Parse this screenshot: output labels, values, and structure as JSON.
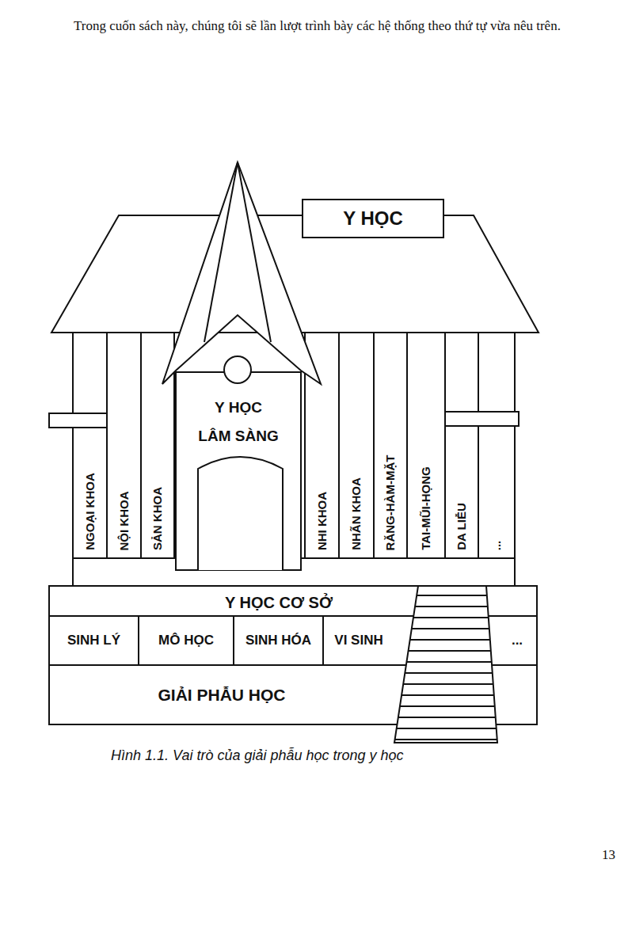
{
  "diagram": {
    "caption": "Hình 1.1. Vai trò của giải phẫu học trong y học",
    "nodes": [
      {
        "text": [
          "Y HỌC"
        ]
      },
      {
        "text": [
          "NGOẠI KHOA"
        ]
      },
      {
        "text": [
          "NỘI KHOA"
        ]
      },
      {
        "text": [
          "SẢN KHOA"
        ]
      },
      {
        "text": [
          "Y HỌC LÂM SÀNG"
        ]
      },
      {
        "text": [
          "NHI KHOA"
        ]
      },
      {
        "text": [
          "NHÃN KHOA"
        ]
      },
      {
        "text": [
          "RĂNG-HÀM-MẶT"
        ]
      },
      {
        "text": [
          "TAI-MŨI-HỌNG"
        ]
      },
      {
        "text": [
          "DA LIỄU"
        ]
      },
      {
        "text": [
          "..."
        ]
      },
      {
        "text": [
          "Y HỌC CƠ SỞ"
        ]
      },
      {
        "text": [
          "SINH LÝ"
        ],
        "in": 11
      },
      {
        "text": [
          "MÔ HỌC"
        ],
        "in": 11
      },
      {
        "text": [
          "SINH HÓA"
        ],
        "in": 11
      },
      {
        "text": [
          "VI SINH"
        ],
        "in": 11
      },
      {
        "text": [
          "..."
        ],
        "in": 11
      },
      {
        "text": [
          "GIẢI PHẪU HỌC"
        ],
        "in": 11
      }
    ],
    "labels": [
      "Trong cuốn sách này, chúng tôi sẽ lần lượt trình bày các hệ thống theo thứ tự vừa nêu trên.",
      "13"
    ]
  }
}
